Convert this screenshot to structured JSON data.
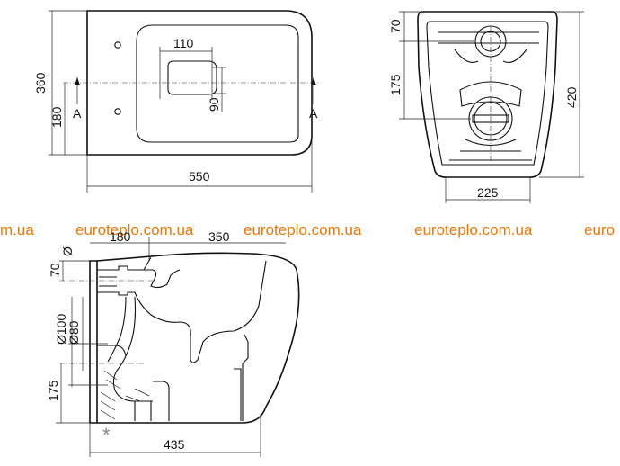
{
  "watermarks": {
    "w1": "m.ua",
    "w2": "euroteplo.com.ua",
    "w3": "euroteplo.com.ua",
    "w4": "euroteplo.com.ua",
    "w5": "euro"
  },
  "top_view": {
    "width_label": "550",
    "depth_label": "360",
    "half_depth_label": "180",
    "hole_width_label": "110",
    "hole_depth_label": "90",
    "section_left": "A",
    "section_right": "A"
  },
  "front_view": {
    "top_label": "70",
    "middle_label": "175",
    "height_label": "420",
    "base_label": "225"
  },
  "side_view": {
    "diameter_label": "Ø",
    "upper_label": "70",
    "d100_label": "Ø100",
    "d80_label": "Ø80",
    "lower_label": "175",
    "length_label": "435",
    "star": "*",
    "cut_left": "180",
    "cut_right": "350"
  },
  "colors": {
    "watermark": "#e07a12",
    "lines": "#111111"
  }
}
